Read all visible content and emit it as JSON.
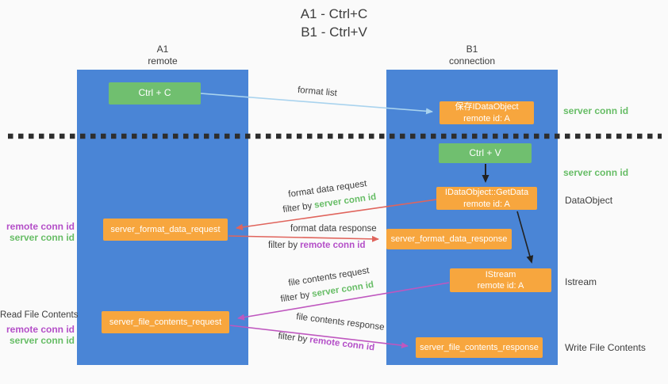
{
  "title": {
    "line1": "A1 - Ctrl+C",
    "line2": "B1 - Ctrl+V"
  },
  "lanes": {
    "left": {
      "title": "A1",
      "subtitle": "remote"
    },
    "right": {
      "title": "B1",
      "subtitle": "connection"
    }
  },
  "nodes": {
    "ctrl_c": {
      "label": "Ctrl + C"
    },
    "save_idataobject": {
      "line1": "保存IDataObject",
      "line2": "remote id: A"
    },
    "ctrl_v": {
      "label": "Ctrl + V"
    },
    "idataobject_getdata": {
      "line1": "IDataObject::GetData",
      "line2": "remote id: A"
    },
    "server_format_data_request": {
      "label": "server_format_data_request"
    },
    "server_format_data_response": {
      "label": "server_format_data_response"
    },
    "istream": {
      "line1": "IStream",
      "line2": "remote id: A"
    },
    "server_file_contents_request": {
      "label": "server_file_contents_request"
    },
    "server_file_contents_response": {
      "label": "server_file_contents_response"
    }
  },
  "arrow_labels": {
    "format_list": "format list",
    "format_data_request": "format data request",
    "format_data_response": "format data response",
    "file_contents_request": "file contents request",
    "file_contents_response": "file contents response",
    "filter_by": "filter by",
    "server_conn_id": "server conn id",
    "remote_conn_id": "remote conn id"
  },
  "side_labels": {
    "server_conn_id_top": "server conn id",
    "server_conn_id_mid": "server conn id",
    "dataobject": "DataObject",
    "istream": "Istream",
    "write_file_contents": "Write File Contents",
    "read_file_contents": "Read File Contents",
    "left_remote_conn_id_1": "remote conn id",
    "left_server_conn_id_1": "server conn id",
    "left_remote_conn_id_2": "remote conn id",
    "left_server_conn_id_2": "server conn id"
  },
  "colors": {
    "lane_blue": "#4a85d6",
    "node_orange": "#f7a63e",
    "node_green": "#70bf6f",
    "arrow_light_blue": "#a9d3ee",
    "arrow_red": "#e0645c",
    "arrow_magenta": "#bf57bf",
    "arrow_black": "#222222",
    "label_green": "#67bd66",
    "label_purple": "#b44fc8",
    "background": "#fafafa"
  }
}
